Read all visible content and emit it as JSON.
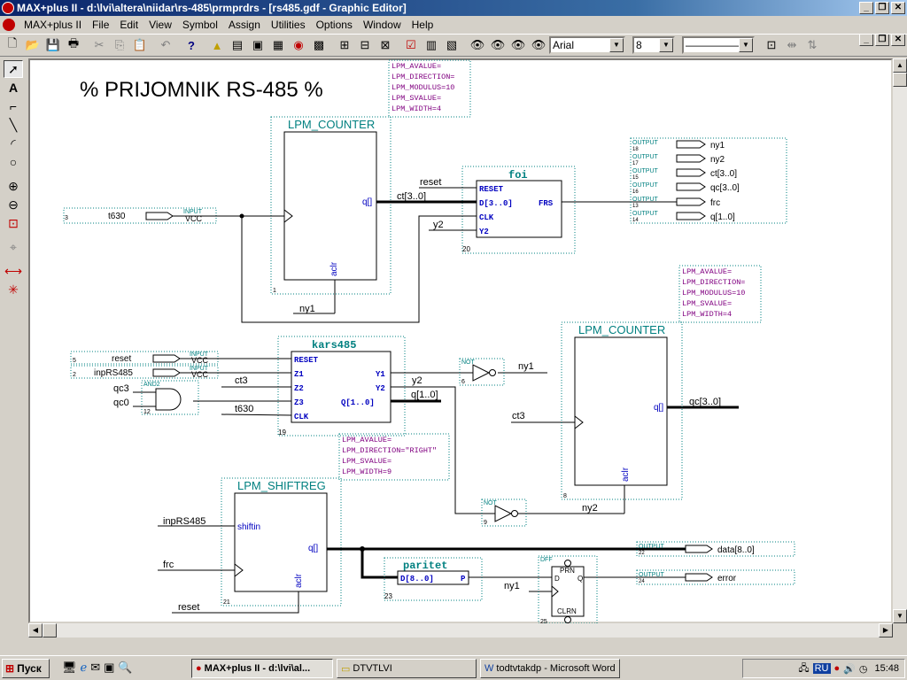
{
  "window": {
    "title": "MAX+plus II - d:\\lvi\\altera\\niidar\\rs-485\\prmprdrs - [rs485.gdf - Graphic Editor]",
    "minimize": "_",
    "restore": "❐",
    "close": "✕"
  },
  "menu": [
    "MAX+plus II",
    "File",
    "Edit",
    "View",
    "Symbol",
    "Assign",
    "Utilities",
    "Options",
    "Window",
    "Help"
  ],
  "toolbar": {
    "font_name": "Arial",
    "font_size": "8",
    "line_style": "—————"
  },
  "schematic": {
    "title": "% PRIJOMNIK RS-485 %",
    "colors": {
      "teal": "#008080",
      "blue": "#0000c0",
      "purple": "#800080",
      "dotted": "#008080"
    },
    "params_counter1": [
      "LPM_AVALUE=",
      "LPM_DIRECTION=",
      "LPM_MODULUS=10",
      "LPM_SVALUE=",
      "LPM_WIDTH=4"
    ],
    "params_counter2": [
      "LPM_AVALUE=",
      "LPM_DIRECTION=",
      "LPM_MODULUS=10",
      "LPM_SVALUE=",
      "LPM_WIDTH=4"
    ],
    "params_shiftreg": [
      "LPM_AVALUE=",
      "LPM_DIRECTION=\"RIGHT\"",
      "LPM_SVALUE=",
      "LPM_WIDTH=9"
    ],
    "counter1": {
      "name": "LPM_COUNTER",
      "port_q": "q[]",
      "port_aclr": "aclr",
      "num": "1"
    },
    "counter2": {
      "name": "LPM_COUNTER",
      "port_q": "q[]",
      "port_aclr": "aclr",
      "num": "8"
    },
    "shiftreg": {
      "name": "LPM_SHIFTREG",
      "port_shiftin": "shiftin",
      "port_q": "q[]",
      "port_aclr": "aclr",
      "num": "21"
    },
    "foi": {
      "name": "foi",
      "ports_in": [
        "RESET",
        "D[3..0]",
        "CLK",
        "Y2"
      ],
      "port_out": "FRS",
      "num": "20"
    },
    "kars": {
      "name": "kars485",
      "ports_in": [
        "RESET",
        "Z1",
        "Z2",
        "Z3",
        "CLK"
      ],
      "ports_out": [
        "Y1",
        "Y2",
        "Q[1..0]"
      ],
      "num": "19"
    },
    "paritet": {
      "name": "paritet",
      "port_in": "D[8..0]",
      "port_out": "P",
      "num": "23"
    },
    "dff": {
      "name": "DFF",
      "prn": "PRN",
      "clrn": "CLRN",
      "d": "D",
      "q": "Q",
      "num": "25"
    },
    "not1": {
      "name": "NOT",
      "num": "6"
    },
    "not2": {
      "name": "NOT",
      "num": "9"
    },
    "and2": {
      "name": "AND2",
      "num": "12"
    },
    "inputs": [
      {
        "num": "3",
        "name": "t630",
        "tag": "INPUT",
        "vcc": "VCC"
      },
      {
        "num": "5",
        "name": "reset",
        "tag": "INPUT",
        "vcc": "VCC"
      },
      {
        "num": "2",
        "name": "inpRS485",
        "tag": "INPUT",
        "vcc": "VCC"
      }
    ],
    "outputs_top": [
      {
        "num": "18",
        "name": "ny1"
      },
      {
        "num": "17",
        "name": "ny2"
      },
      {
        "num": "15",
        "name": "ct[3..0]"
      },
      {
        "num": "16",
        "name": "qc[3..0]"
      },
      {
        "num": "13",
        "name": "frc"
      },
      {
        "num": "14",
        "name": "q[1..0]"
      }
    ],
    "outputs_bottom": [
      {
        "num": "22",
        "name": "data[8..0]"
      },
      {
        "num": "24",
        "name": "error"
      }
    ],
    "output_tag": "OUTPUT",
    "wires": {
      "reset": "reset",
      "ct": "ct[3..0]",
      "y2": "y2",
      "ny1": "ny1",
      "ny2": "ny2",
      "ct3": "ct3",
      "qc3": "qc3",
      "qc0": "qc0",
      "t630": "t630",
      "q10": "q[1..0]",
      "qc30": "qc[3..0]",
      "inpRS485": "inpRS485",
      "frc": "frc",
      "reset2": "reset"
    }
  },
  "taskbar": {
    "start": "Пуск",
    "tasks": [
      "MAX+plus II - d:\\lvi\\al...",
      "DTVTLVI",
      "todtvtakdp - Microsoft Word"
    ],
    "tray_lang": "RU",
    "clock": "15:48"
  }
}
